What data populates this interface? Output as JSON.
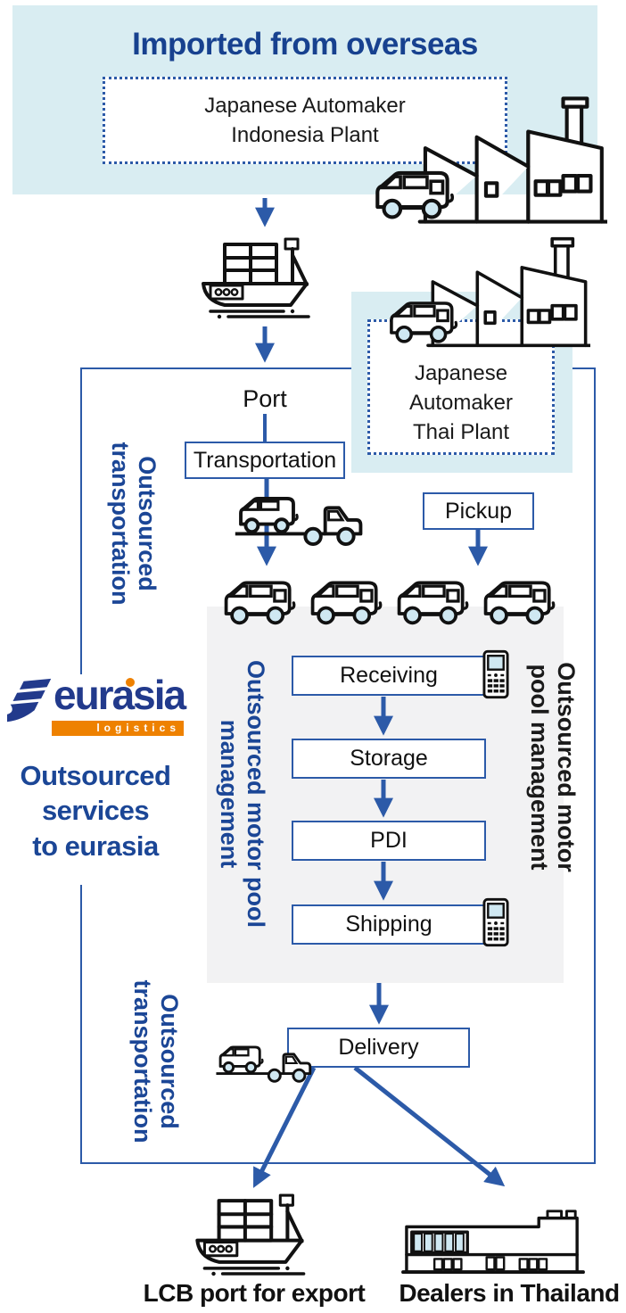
{
  "colors": {
    "navy_text": "#1b4696",
    "line_blue": "#2c5aa8",
    "light_blue_panel": "#d9edf2",
    "gray_panel": "#f2f2f3",
    "logo_navy": "#223a8c",
    "logo_orange": "#ee8100",
    "wheel_glass_blue": "#cfe8f2",
    "icon_ink": "#111111"
  },
  "overseas": {
    "title": "Imported from overseas",
    "plant_label": "Japanese Automaker\nIndonesia Plant"
  },
  "thai": {
    "plant_label": "Japanese\nAutomaker\nThai Plant"
  },
  "flow": {
    "port_label": "Port",
    "transportation_label": "Transportation",
    "pickup_label": "Pickup",
    "steps": [
      {
        "label": "Receiving",
        "has_terminal": true
      },
      {
        "label": "Storage",
        "has_terminal": false
      },
      {
        "label": "PDI",
        "has_terminal": false
      },
      {
        "label": "Shipping",
        "has_terminal": true
      }
    ],
    "delivery_label": "Delivery"
  },
  "vertical_labels": {
    "transport_upper": "Outsourced\ntransportation",
    "motor_pool_left": "Outsourced motor pool\nmanagement",
    "motor_pool_right": "Outsourced motor\npool management",
    "transport_lower": "Outsourced\ntransportation"
  },
  "brand": {
    "logo_text": "eurasia",
    "logo_sub": "logistics",
    "caption": "Outsourced\nservices\nto eurasia"
  },
  "destinations": {
    "export_label": "LCB port for export",
    "dealers_label": "Dealers in Thailand"
  },
  "icons": {
    "factory": "factory-with-van-icon",
    "ship": "cargo-ship-icon",
    "carrier": "car-carrier-truck-icon",
    "van": "minivan-icon",
    "terminal": "handheld-terminal-icon",
    "building": "dealer-building-icon",
    "flag": "eurasia-flag-icon"
  }
}
